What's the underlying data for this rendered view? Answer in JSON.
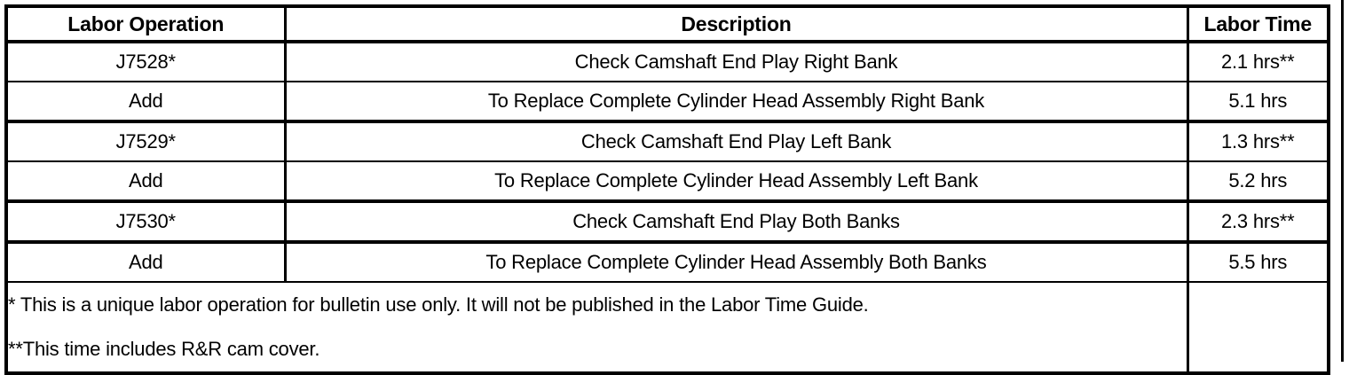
{
  "table": {
    "headers": [
      {
        "label": "Labor Operation"
      },
      {
        "label": "Description"
      },
      {
        "label": "Labor Time"
      }
    ],
    "rows": [
      {
        "operation": "J7528*",
        "description": "Check Camshaft End Play Right Bank",
        "labor_time": "2.1 hrs**"
      },
      {
        "operation": "Add",
        "description": "To Replace Complete Cylinder Head Assembly Right Bank",
        "labor_time": "5.1 hrs"
      },
      {
        "operation": "J7529*",
        "description": "Check Camshaft End Play Left Bank",
        "labor_time": "1.3 hrs**"
      },
      {
        "operation": "Add",
        "description": "To Replace Complete Cylinder Head Assembly Left Bank",
        "labor_time": "5.2 hrs"
      },
      {
        "operation": "J7530*",
        "description": "Check Camshaft End Play Both Banks",
        "labor_time": "2.3 hrs**"
      },
      {
        "operation": "Add",
        "description": "To Replace Complete Cylinder Head Assembly Both Banks",
        "labor_time": "5.5 hrs"
      }
    ],
    "footnotes": {
      "line1": "* This is a unique labor operation for bulletin use only. It will not be published in the Labor Time Guide.",
      "line2": "**This time includes R&R cam cover.",
      "labor_time_cell": ""
    }
  },
  "colors": {
    "border": "#000000",
    "text": "#000000",
    "background": "#ffffff"
  }
}
